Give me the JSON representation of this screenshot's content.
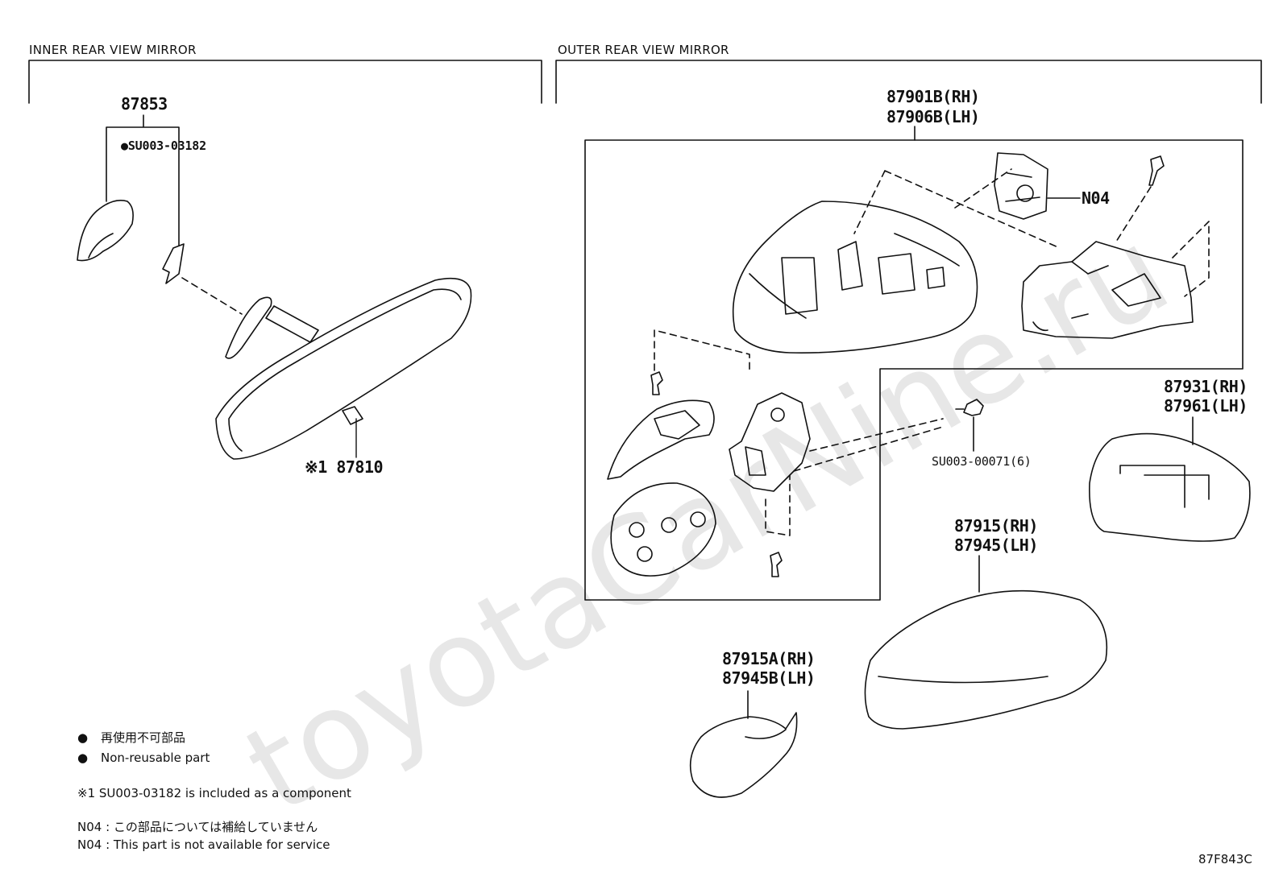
{
  "watermark": "toyotaCarNine.ru",
  "sections": {
    "inner_title": "INNER REAR VIEW MIRROR",
    "outer_title": "OUTER REAR VIEW MIRROR"
  },
  "parts": {
    "p87853": "87853",
    "su003_03182": "●SU003-03182",
    "p87810": "※1 87810",
    "p87901b_rh": "87901B(RH)",
    "p87906b_lh": "87906B(LH)",
    "n04": "N04",
    "su003_00071": "SU003-00071(6)",
    "p87931_rh": "87931(RH)",
    "p87961_lh": "87961(LH)",
    "p87915_rh": "87915(RH)",
    "p87945_lh": "87945(LH)",
    "p87915a_rh": "87915A(RH)",
    "p87945b_lh": "87945B(LH)"
  },
  "legend": {
    "nonreusable_jp": "再使用不可部品",
    "nonreusable_en": "Non-reusable part",
    "note1": "※1  SU003-03182 is included as a component",
    "n04_jp": "N04 :  この部品については補給していません",
    "n04_en": "N04 :  This part is not available for service"
  },
  "figure_code": "87F843C"
}
